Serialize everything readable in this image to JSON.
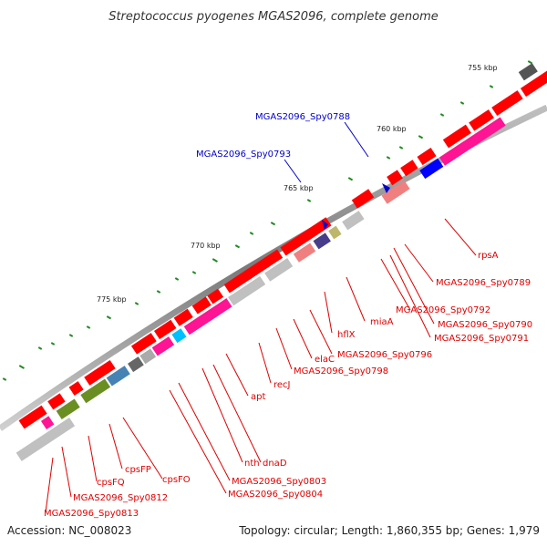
{
  "header": {
    "title": "Streptococcus pyogenes MGAS2096, complete genome"
  },
  "footer": {
    "accession": "Accession: NC_008023",
    "summary": "Topology: circular; Length: 1,860,355 bp; Genes: 1,979"
  },
  "colors": {
    "cds": "#ff0000",
    "rna": "#ff1493",
    "backbone": "#808080",
    "gc_tick": "#228b22",
    "label_red": "#e00000",
    "label_blue": "#0000cc"
  },
  "ruler": {
    "tick_labels": [
      "755 kbp",
      "760 kbp",
      "765 kbp",
      "770 kbp",
      "775 kbp"
    ]
  },
  "features": {
    "red_labels": [
      "rpsA",
      "MGAS2096_Spy0789",
      "MGAS2096_Spy0790",
      "MGAS2096_Spy0791",
      "MGAS2096_Spy0792",
      "miaA",
      "hflX",
      "MGAS2096_Spy0796",
      "elaC",
      "MGAS2096_Spy0798",
      "recJ",
      "apt",
      "dnaD",
      "nth",
      "MGAS2096_Spy0803",
      "MGAS2096_Spy0804",
      "cpsFO",
      "cpsFP",
      "cpsFQ",
      "MGAS2096_Spy0812",
      "MGAS2096_Spy0813"
    ],
    "blue_labels": [
      "MGAS2096_Spy0788",
      "MGAS2096_Spy0793"
    ]
  }
}
